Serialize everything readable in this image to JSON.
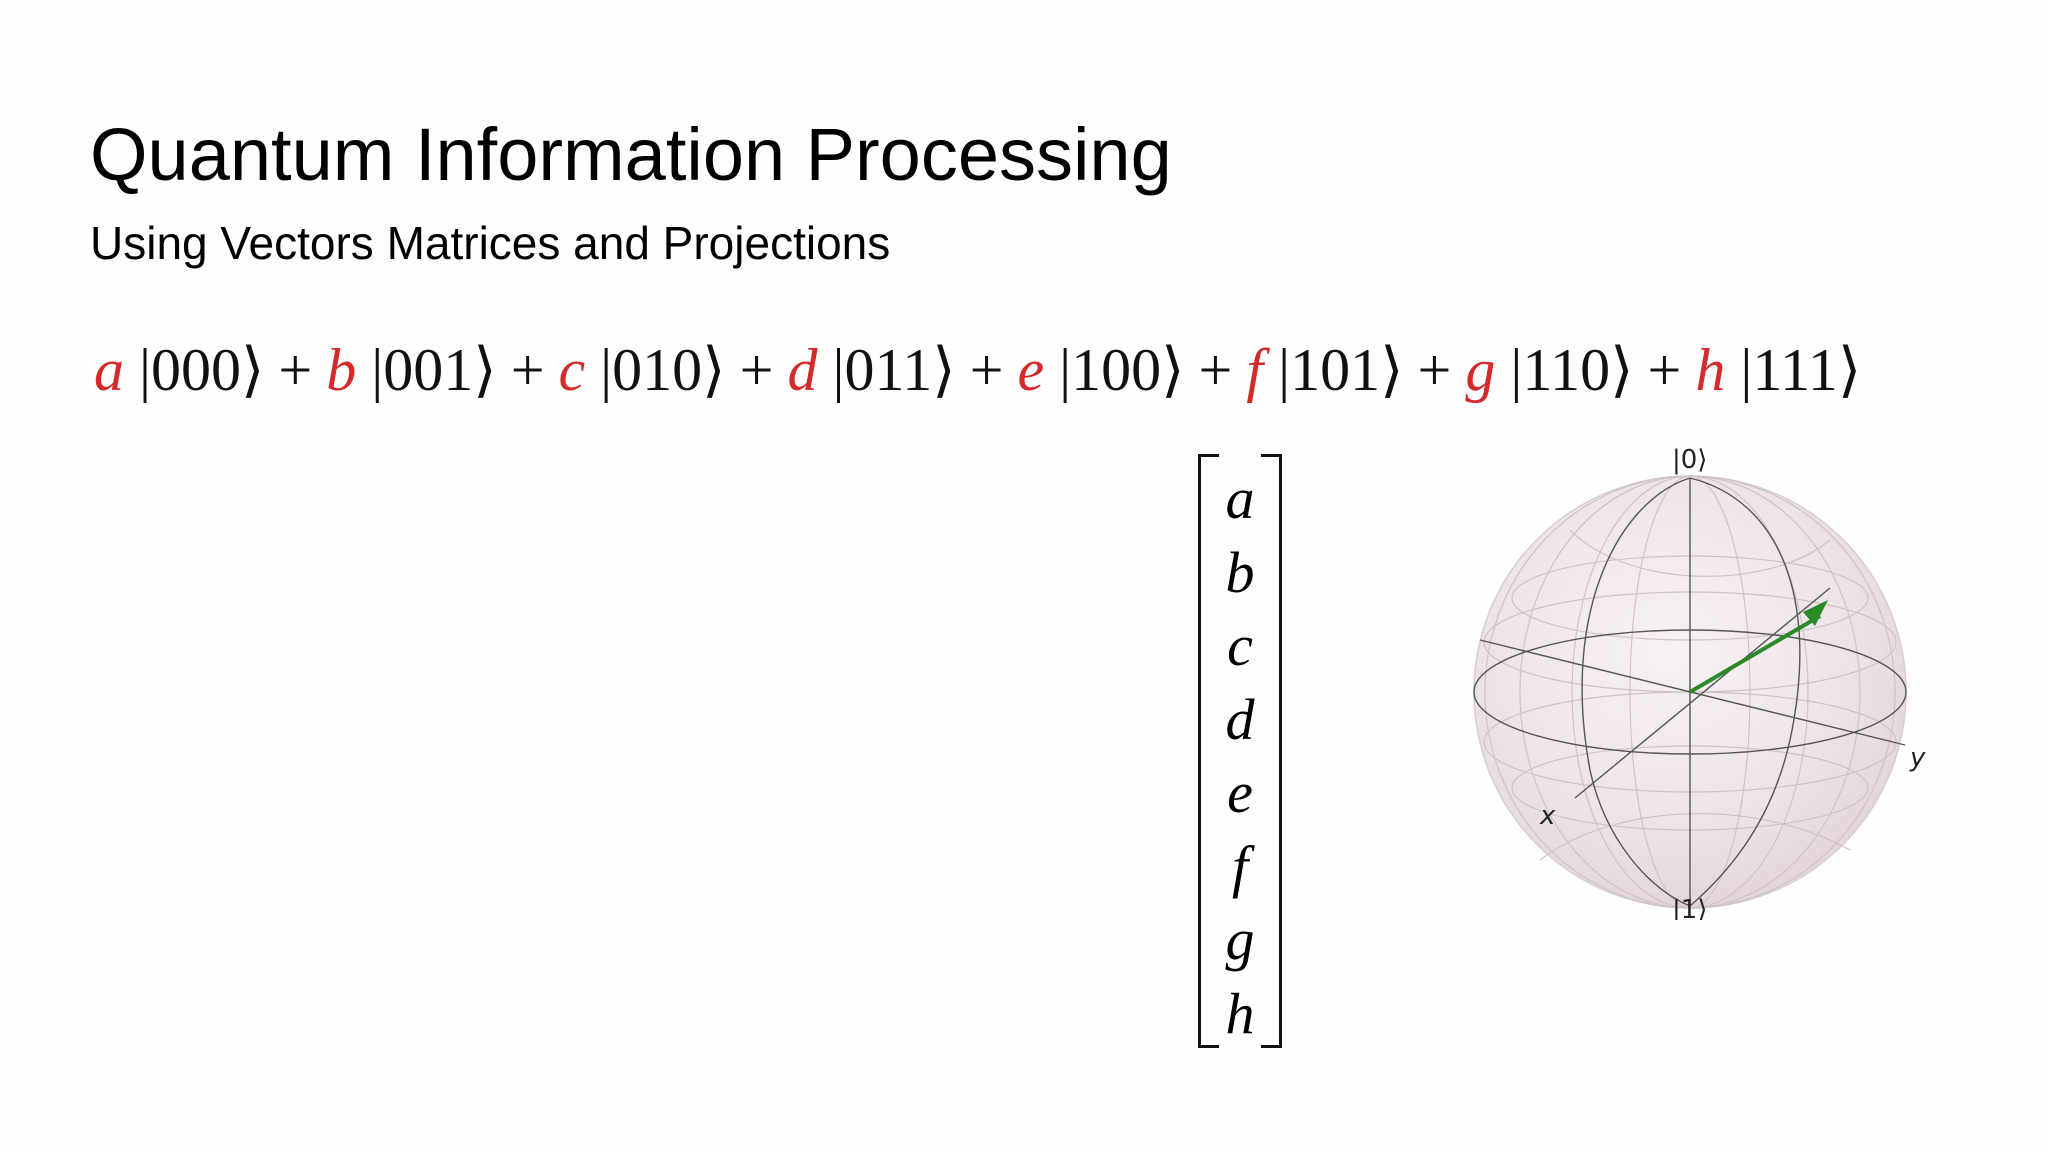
{
  "slide": {
    "title": "Quantum Information Processing",
    "subtitle": "Using Vectors Matrices and Projections"
  },
  "equation": {
    "coefficient_color": "#d42a2a",
    "terms": [
      {
        "coef": "a",
        "ket": "|000⟩"
      },
      {
        "coef": "b",
        "ket": "|001⟩"
      },
      {
        "coef": "c",
        "ket": "|010⟩"
      },
      {
        "coef": "d",
        "ket": "|011⟩"
      },
      {
        "coef": "e",
        "ket": "|100⟩"
      },
      {
        "coef": "f",
        "ket": "|101⟩"
      },
      {
        "coef": "g",
        "ket": "|110⟩"
      },
      {
        "coef": "h",
        "ket": "|111⟩"
      }
    ],
    "operator": "+"
  },
  "vector": {
    "entries": [
      "a",
      "b",
      "c",
      "d",
      "e",
      "f",
      "g",
      "h"
    ]
  },
  "bloch_sphere": {
    "north_label": "|0⟩",
    "south_label": "|1⟩",
    "x_label": "x",
    "y_label": "y",
    "state_vector_color": "#2a8a2a"
  }
}
